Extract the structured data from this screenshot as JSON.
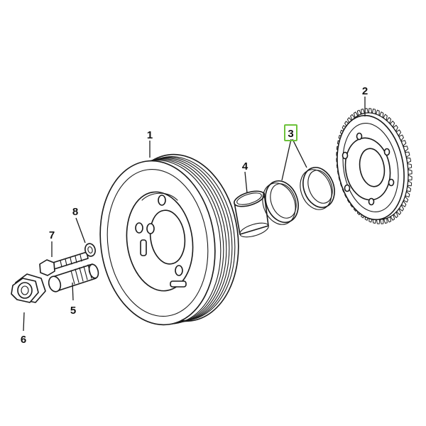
{
  "callouts": {
    "pulley": "1",
    "tone_ring": "2",
    "spacer_rings": "3",
    "sleeve": "4",
    "stud": "5",
    "nut": "6",
    "bolt": "7",
    "washer": "8"
  },
  "highlighted_callout": "3",
  "colors": {
    "highlight": "#6cc23a",
    "line": "#1a1a1a"
  }
}
